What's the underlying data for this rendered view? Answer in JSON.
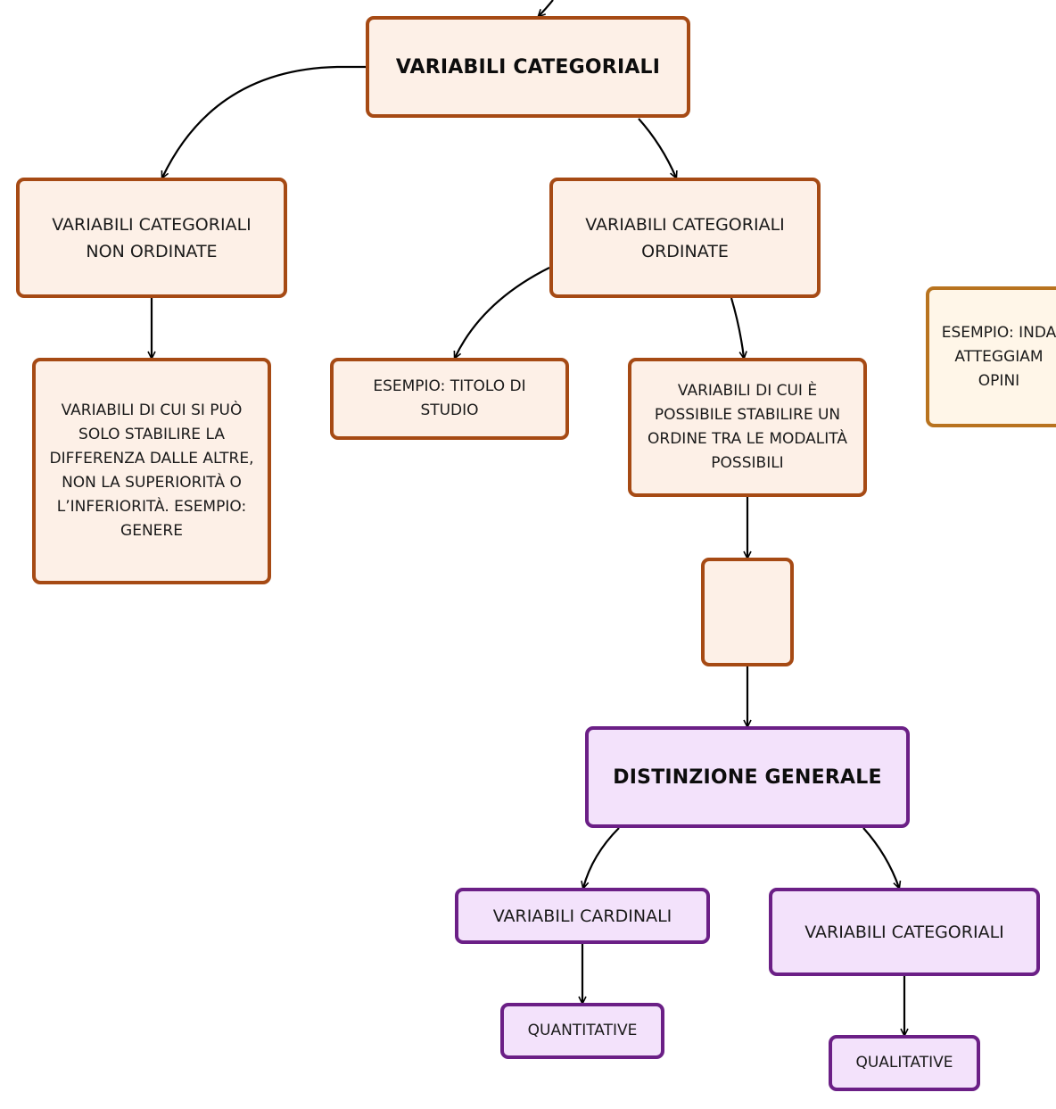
{
  "nodes": {
    "cat_main": "VARIABILI CATEGORIALI",
    "non_ordinate": "VARIABILI CATEGORIALI\nNON ORDINATE",
    "ordinate": "VARIABILI CATEGORIALI\nORDINATE",
    "non_ordinate_desc": "VARIABILI DI CUI SI PUÒ\nSOLO STABILIRE LA\nDIFFERENZA DALLE ALTRE,\nNON LA SUPERIORITÀ O\nL’INFERIORITÀ. ESEMPIO:\nGENERE",
    "esempio_titolo": "ESEMPIO: TITOLO DI\nSTUDIO",
    "ordinate_desc": "VARIABILI DI CUI È\nPOSSIBILE STABILIRE UN\nORDINE TRA LE MODALITÀ\nPOSSIBILI",
    "esempio_indagine": "ESEMPIO: INDA\nATTEGGIAM\nOPINI",
    "empty_box": "",
    "distinzione": "DISTINZIONE GENERALE",
    "cardinali": "VARIABILI CARDINALI",
    "categoriali": "VARIABILI CATEGORIALI",
    "quantitative": "QUANTITATIVE",
    "qualitative": "QUALITATIVE"
  },
  "colors": {
    "brown_border": "#a64a14",
    "brown_fill": "#fdf0e7",
    "gold_border": "#b8731f",
    "purple_border": "#6b1f86",
    "purple_fill": "#f3e2fb",
    "edge": "#000000"
  }
}
